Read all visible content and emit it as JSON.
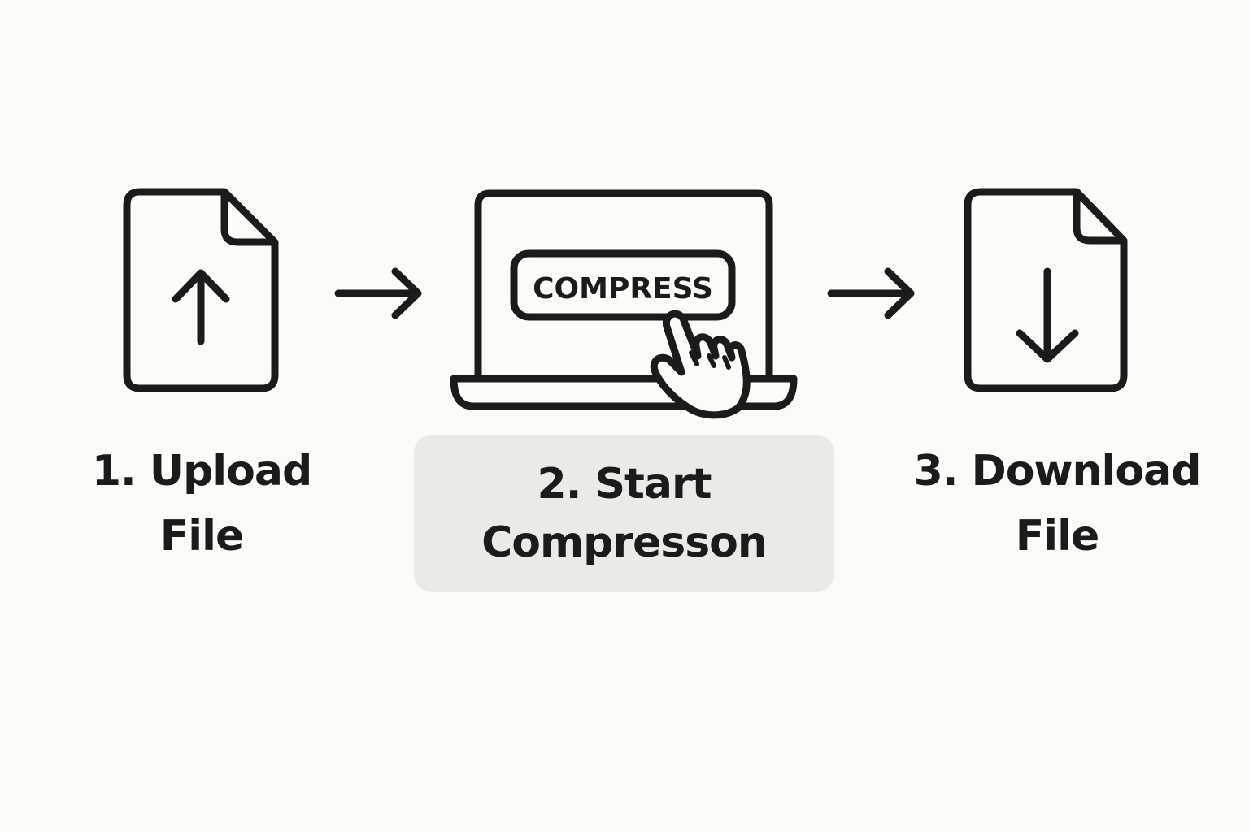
{
  "steps": [
    {
      "number": "1.",
      "line1": "Upload",
      "line2": "File",
      "icon": "file-upload-icon"
    },
    {
      "number": "2.",
      "line1": "Start",
      "line2": "Compresson",
      "icon": "laptop-icon",
      "button_label": "COMPRESS"
    },
    {
      "number": "3.",
      "line1": "Download",
      "line2": "File",
      "icon": "file-download-icon"
    }
  ],
  "colors": {
    "background": "#fcfbf7",
    "stroke": "#1b1b1b",
    "highlight": "#ebeae6"
  }
}
